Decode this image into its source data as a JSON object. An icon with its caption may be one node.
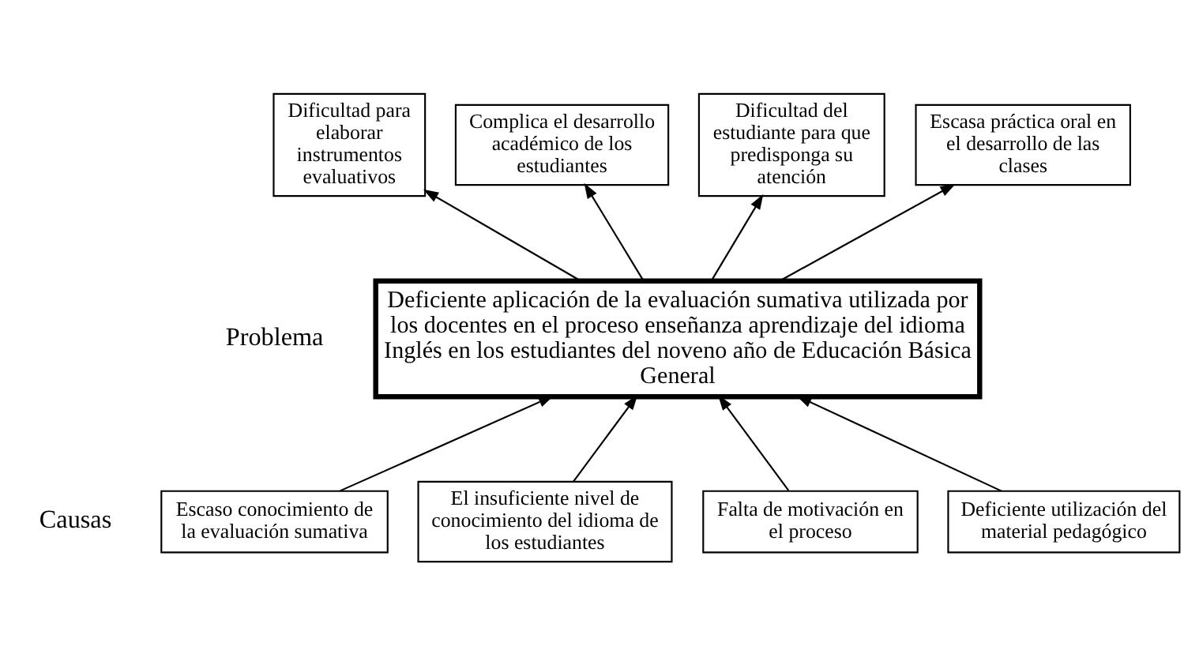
{
  "diagram": {
    "nodes": [
      {
        "text": [
          "Dificultad para elaborar instrumentos evaluativos"
        ]
      },
      {
        "text": [
          "Complica el desarrollo académico de los estudiantes"
        ]
      },
      {
        "text": [
          "Dificultad del estudiante para que predisponga su atención"
        ]
      },
      {
        "text": [
          "Escasa práctica oral en el desarrollo de las clases"
        ]
      },
      {
        "text": [
          "Deficiente aplicación de la evaluación sumativa utilizada por los docentes en el proceso enseñanza aprendizaje del idioma Inglés en los estudiantes del noveno año de Educación Básica General"
        ]
      },
      {
        "text": [
          "Escaso conocimiento de la evaluación sumativa"
        ]
      },
      {
        "text": [
          "El insuficiente nivel de conocimiento del idioma de los estudiantes"
        ]
      },
      {
        "text": [
          "Falta de motivación en el proceso"
        ]
      },
      {
        "text": [
          "Deficiente utilización del material pedagógico"
        ]
      }
    ],
    "edges": [
      {
        "from": 4,
        "to": 0,
        "arrow": "to"
      },
      {
        "from": 4,
        "to": 1,
        "arrow": "to"
      },
      {
        "from": 4,
        "to": 2,
        "arrow": "to"
      },
      {
        "from": 4,
        "to": 3,
        "arrow": "to"
      },
      {
        "from": 5,
        "to": 4,
        "arrow": "to"
      },
      {
        "from": 6,
        "to": 4,
        "arrow": "to"
      },
      {
        "from": 7,
        "to": 4,
        "arrow": "to"
      },
      {
        "from": 8,
        "to": 4,
        "arrow": "to"
      }
    ],
    "labels": [
      "Problema",
      "Causas"
    ]
  }
}
